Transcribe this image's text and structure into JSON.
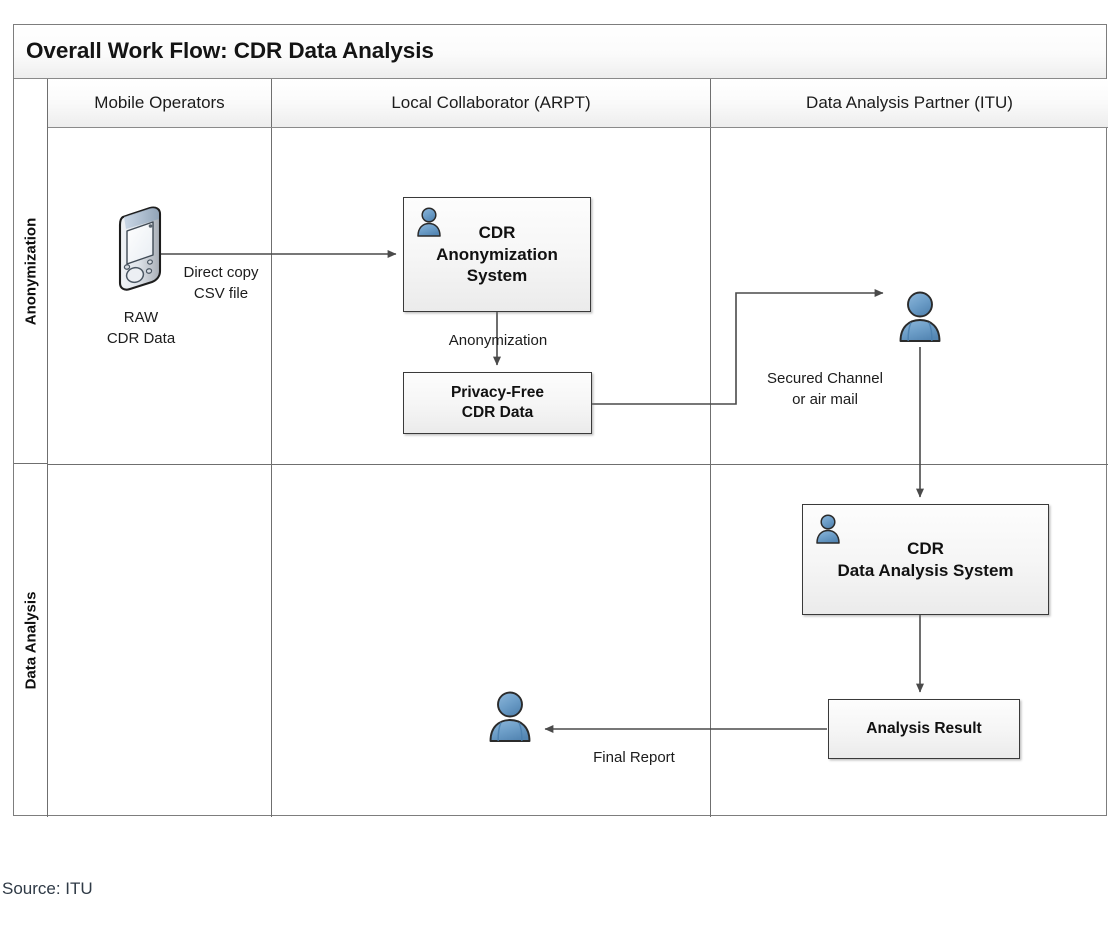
{
  "diagram": {
    "title": "Overall Work Flow: CDR Data Analysis",
    "source_caption": "Source: ITU",
    "columns": [
      {
        "id": "mobile-operators",
        "label": "Mobile Operators"
      },
      {
        "id": "local-collaborator",
        "label": "Local Collaborator (ARPT)"
      },
      {
        "id": "data-analysis-partner",
        "label": "Data Analysis Partner (ITU)"
      }
    ],
    "rows": [
      {
        "id": "anonymization",
        "label": "Anonymization"
      },
      {
        "id": "data-analysis",
        "label": "Data Analysis"
      }
    ],
    "nodes": [
      {
        "id": "raw-cdr-data",
        "type": "icon-phone",
        "label": "RAW\nCDR Data",
        "label_line1": "RAW",
        "label_line2": "CDR Data",
        "column": "mobile-operators",
        "row": "anonymization"
      },
      {
        "id": "cdr-anonymization-system",
        "type": "process-box",
        "label_line1": "CDR",
        "label_line2": "Anonymization",
        "label_line3": "System",
        "has_person_badge": true,
        "column": "local-collaborator",
        "row": "anonymization"
      },
      {
        "id": "privacy-free-cdr-data",
        "type": "process-box",
        "label_line1": "Privacy-Free",
        "label_line2": "CDR Data",
        "has_person_badge": false,
        "column": "local-collaborator",
        "row": "anonymization"
      },
      {
        "id": "itu-person",
        "type": "icon-person",
        "column": "data-analysis-partner",
        "row": "anonymization"
      },
      {
        "id": "cdr-data-analysis-system",
        "type": "process-box",
        "label_line1": "CDR",
        "label_line2": "Data Analysis System",
        "has_person_badge": true,
        "column": "data-analysis-partner",
        "row": "data-analysis"
      },
      {
        "id": "analysis-result",
        "type": "process-box",
        "label_line1": "Analysis Result",
        "has_person_badge": false,
        "column": "data-analysis-partner",
        "row": "data-analysis"
      },
      {
        "id": "arpt-person",
        "type": "icon-person",
        "column": "local-collaborator",
        "row": "data-analysis"
      }
    ],
    "edges": [
      {
        "id": "raw-to-anonymization",
        "from": "raw-cdr-data",
        "to": "cdr-anonymization-system",
        "label_line1": "Direct copy",
        "label_line2": "CSV file",
        "arrow": true
      },
      {
        "id": "anonymization-to-privacy-free",
        "from": "cdr-anonymization-system",
        "to": "privacy-free-cdr-data",
        "label_line1": "Anonymization",
        "arrow": true
      },
      {
        "id": "privacy-free-to-itu",
        "from": "privacy-free-cdr-data",
        "to": "itu-person",
        "label_line1": "Secured Channel",
        "label_line2": "or air mail",
        "arrow": true
      },
      {
        "id": "itu-to-analysis-system",
        "from": "itu-person",
        "to": "cdr-data-analysis-system",
        "arrow": true
      },
      {
        "id": "analysis-system-to-result",
        "from": "cdr-data-analysis-system",
        "to": "analysis-result",
        "arrow": true
      },
      {
        "id": "result-to-arpt",
        "from": "analysis-result",
        "to": "arpt-person",
        "label_line1": "Final Report",
        "arrow": true
      }
    ],
    "colors": {
      "frame_border": "#7d7d7d",
      "grid_line": "#6f6f6f",
      "box_border": "#3a3a3a",
      "box_fill": "#f4f4f4",
      "connector": "#4a4a4a",
      "person_blue": "#6a9bc8",
      "person_blue_dark": "#4a7fae",
      "text": "#1c1c1c",
      "caption": "#2f3a46"
    }
  }
}
